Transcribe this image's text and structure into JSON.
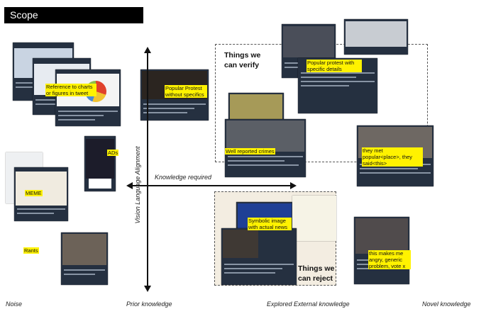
{
  "slide": {
    "title": "Scope"
  },
  "axes": {
    "vertical_label": "Vision Language Alignment",
    "horizontal_label": "Knowledge required",
    "bottom_labels": [
      "Noise",
      "Prior knowledge",
      "Explored External knowledge",
      "Novel knowledge"
    ]
  },
  "regions": {
    "verify_label": "Things we can verify",
    "reject_label": "Things we can reject"
  },
  "annotations": {
    "charts": "Reference to charts or figures in tweet",
    "popular_protest": "Popular Protest without specifics",
    "protest_details": "Popular protest with specific details",
    "crimes": "Well reported crimes",
    "met_popular": "they met popular<place>, they said<this>",
    "ads": "ADs",
    "meme": "MEME",
    "rants": "Rants",
    "symbolic": "Symbolic image with actual news",
    "angry": "this makes me angry, generic problem, vote x"
  },
  "colors": {
    "highlight": "#fff200",
    "tweet_card": "#253040",
    "title_bar": "#000000"
  }
}
